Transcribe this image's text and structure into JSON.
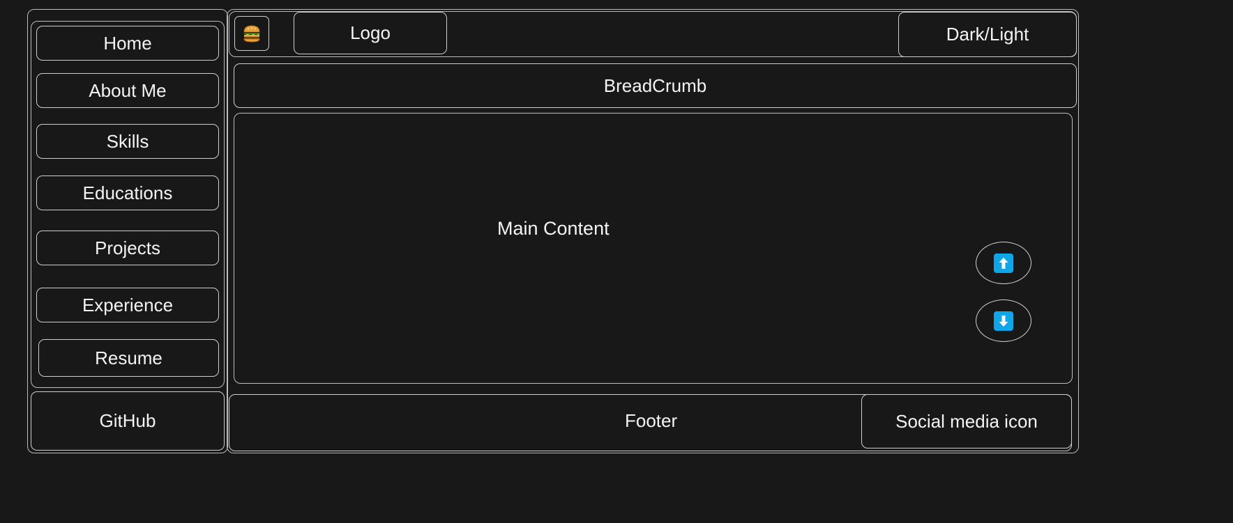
{
  "sidebar": {
    "items": [
      {
        "label": "Home"
      },
      {
        "label": "About Me"
      },
      {
        "label": "Skills"
      },
      {
        "label": "Educations"
      },
      {
        "label": "Projects"
      },
      {
        "label": "Experience"
      },
      {
        "label": "Resume"
      }
    ],
    "github_label": "GitHub"
  },
  "header": {
    "menu_icon": "hamburger-icon",
    "logo_label": "Logo",
    "theme_toggle_label": "Dark/Light"
  },
  "breadcrumb": {
    "label": "BreadCrumb"
  },
  "main": {
    "label": "Main Content",
    "scroll_up_icon": "up-arrow-icon",
    "scroll_down_icon": "down-arrow-icon"
  },
  "footer": {
    "label": "Footer",
    "social_label": "Social media icon"
  },
  "colors": {
    "background": "#181818",
    "stroke": "#cfcfcf",
    "text": "#f4f4f4",
    "arrow_button": "#0ea5e9"
  }
}
